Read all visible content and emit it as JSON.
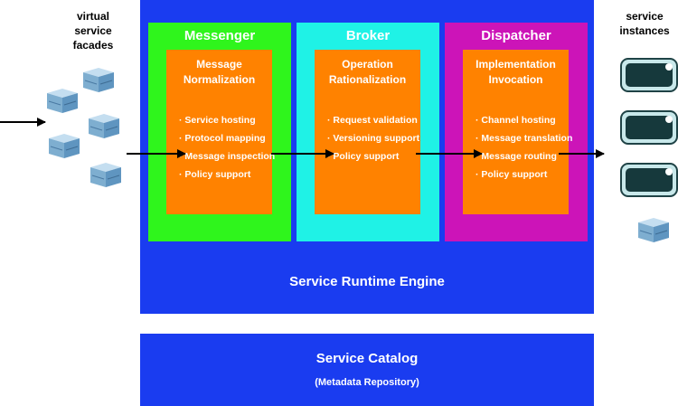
{
  "labels": {
    "facades": "virtual\nservice\nfacades",
    "instances": "service\ninstances"
  },
  "engine": {
    "label": "Service Runtime Engine",
    "color": "#1a3cf0"
  },
  "catalog": {
    "title": "Service Catalog",
    "subtitle": "(Metadata Repository)",
    "color": "#1a3cf0"
  },
  "stages": [
    {
      "name": "Messenger",
      "color": "#2ff51c",
      "inner_title": "Message\nNormalization",
      "bullets": [
        "Service hosting",
        "Protocol mapping",
        "Message inspection",
        "Policy support"
      ]
    },
    {
      "name": "Broker",
      "color": "#1ff2e6",
      "inner_title": "Operation\nRationalization",
      "bullets": [
        "Request validation",
        "Versioning support",
        "Policy support"
      ]
    },
    {
      "name": "Dispatcher",
      "color": "#cc14b8",
      "inner_title": "Implementation\nInvocation",
      "bullets": [
        "Channel hosting",
        "Message translation",
        "Message routing",
        "Policy support"
      ]
    }
  ],
  "inner_box_color": "#ff8200",
  "icons": {
    "facade": "cube-icon",
    "instance": "server-icon"
  }
}
